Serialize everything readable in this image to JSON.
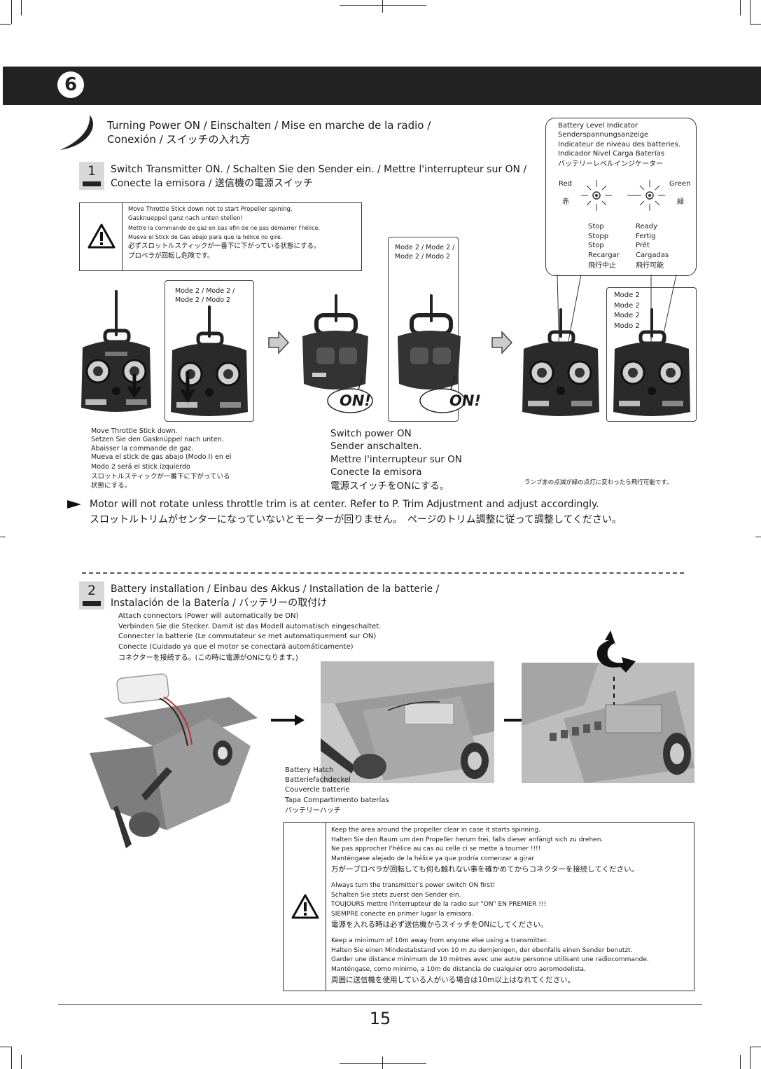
{
  "section": {
    "number": "6",
    "title_lines": [
      "Turning Power ON  /  Einschalten  /  Mise en marche de la radio  /",
      "Conexión   / スイッチの入れ方"
    ]
  },
  "battery_indicator": {
    "lines": [
      "Battery Level Indicator",
      "Senderspannungsanzeige",
      "Indicateur de niveau des batteries.",
      "Indicador Nivel Carga Baterías",
      "バッテリーレベルインジケーター"
    ],
    "red_label": "Red",
    "red_jp": "赤",
    "green_label": "Green",
    "green_jp": "緑",
    "stop_lines": [
      "Stop",
      "Stopp",
      "Stop",
      "Recargar",
      "飛行中止"
    ],
    "ready_lines": [
      "Ready",
      "Fertig",
      "Prêt",
      "Cargadas",
      "飛行可能"
    ],
    "red_color": "#d02020",
    "green_color": "#20a040"
  },
  "step1": {
    "number": "1",
    "title_lines": [
      "Switch Transmitter ON. / Schalten Sie den Sender ein. / Mettre l'interrupteur sur ON /",
      "Conecte la emisora / 送信機の電源スイッチ"
    ],
    "warning_lines": [
      "Move Throttle Stick down not to start Propeller spining.",
      "Gasknueppel ganz nach unten stellen!",
      "Mettre la commande de gaz en bas afin de ne pas démarrer l'hélice.",
      "Mueva el Stick de Gas abajo para que la hélice no gire.",
      "必ずスロットルスティックが一番下に下がっている状態にする。",
      "プロペラが回転し危険です。"
    ],
    "mode_label_a": [
      "Mode 2 / Mode 2 /",
      "Mode 2 / Modo 2"
    ],
    "mode_label_b": [
      "Mode 2 / Mode 2 /",
      "Mode 2 / Modo 2"
    ],
    "mode_label_c": [
      "Mode 2",
      "Mode 2",
      "Mode 2",
      "Modo 2"
    ],
    "on_label": "ON!",
    "caption_left": [
      "Move Throttle Stick down.",
      "Setzen Sie den Gasknüppel nach unten.",
      "Abaisser la commande de gaz.",
      "Mueva el stick de gas abajo (Modo I) en el",
      "  Modo 2 será el stick izquierdo",
      "スロットルスティックが一番下に下がっている",
      "状態にする。"
    ],
    "caption_mid": [
      "Switch power ON",
      "Sender anschalten.",
      "Mettre l'interrupteur sur ON",
      "Conecte la emisora",
      "電源スイッチをONにする。"
    ],
    "caption_right": "ランプ赤の点滅が緑の点灯に変わったら飛行可能です。",
    "note_lines": [
      "Motor will not rotate unless throttle trim is at center. Refer to P.     Trim Adjustment and adjust accordingly.",
      "スロットルトリムがセンターになっていないとモーターが回りません。　ページのトリム調整に従って調整してください。"
    ]
  },
  "step2": {
    "number": "2",
    "title_lines": [
      "Battery installation / Einbau des Akkus / Installation de la batterie /",
      "Instalación de la Batería  / バッテリーの取付け"
    ],
    "connector_lines": [
      "Attach connectors (Power will automatically be ON)",
      "Verbinden Sie die Stecker. Damit ist das Modell automatisch eingeschaltet.",
      "Connecter la batterie (Le commutateur se met automatiquement sur ON)",
      "Conecte (Cuidado ya que el motor se conectará automáticamente)",
      "コネクターを接続する。(この時に電源がONになります。)"
    ],
    "hatch_lines": [
      "Battery Hatch",
      "Batteriefachdeckel",
      "Couvercle batterie",
      "Tapa Compartimento baterías",
      "バッテリーハッチ"
    ],
    "warning_group1": [
      "Keep the area around the propeller clear in case it starts spinning.",
      "Halten Sie den Raum um den Propeller herum frei, falls dieser anfängt sich zu drehen.",
      "Ne pas approcher l'hélice au cas ou celle ci se mette à tourner !!!!",
      "Manténgase alejado de la hélice ya que podría comenzar a girar",
      "万が一プロペラが回転しても何も触れない事を確かめてからコネクターを接続してください。"
    ],
    "warning_group2": [
      "Always turn the transmitter's power switch ON first!",
      "Schalten Sie stets zuerst den Sender ein.",
      "TOUJOURS mettre l'interrupteur de la radio sur \"ON\" EN PREMIER !!!",
      "SIEMPRE conecte en primer lugar la emisora.",
      "電源を入れる時は必ず送信機からスイッチをONにしてください。"
    ],
    "warning_group3": [
      "Keep a minimum of 10m away from anyone else using a transmitter.",
      "Halten Sie einen Mindestabstand von 10 m zu demjenigen, der ebenfalls einen Sender benutzt.",
      "Garder une distance minimum de 10 mètres avec une autre personne utilisant une radiocommande.",
      "Manténgase, como mínimo, a 10m de distancia de cualquier otro aeromodelista.",
      "周囲に送信機を使用している人がいる場合は10m以上はなれてください。"
    ]
  },
  "page_number": "15"
}
